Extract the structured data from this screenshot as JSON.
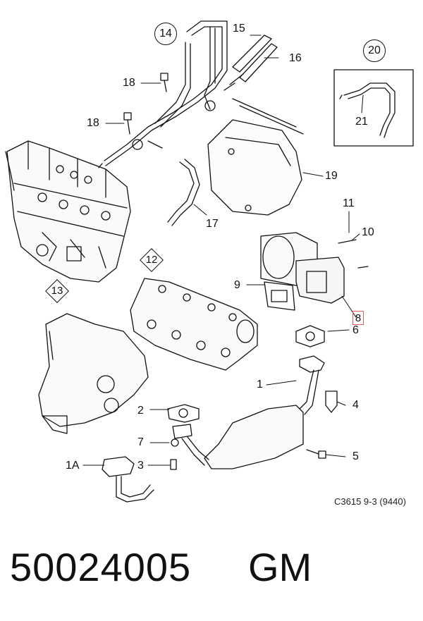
{
  "diagram": {
    "badges": {
      "b14": "14",
      "b20": "20",
      "b12": "12",
      "b13": "13"
    },
    "callouts": {
      "c15": "15",
      "c16": "16",
      "c18a": "18",
      "c18b": "18",
      "c21": "21",
      "c19": "19",
      "c17": "17",
      "c11": "11",
      "c10": "10",
      "c9": "9",
      "c8": "8",
      "c6": "6",
      "c1": "1",
      "c4": "4",
      "c2": "2",
      "c7": "7",
      "c5": "5",
      "c1A": "1A",
      "c3": "3"
    },
    "highlight_color": "#e05a5a",
    "ref_code": "C3615 9-3 (9440)"
  },
  "footer": {
    "part_number": "50024005",
    "manufacturer": "GM"
  }
}
